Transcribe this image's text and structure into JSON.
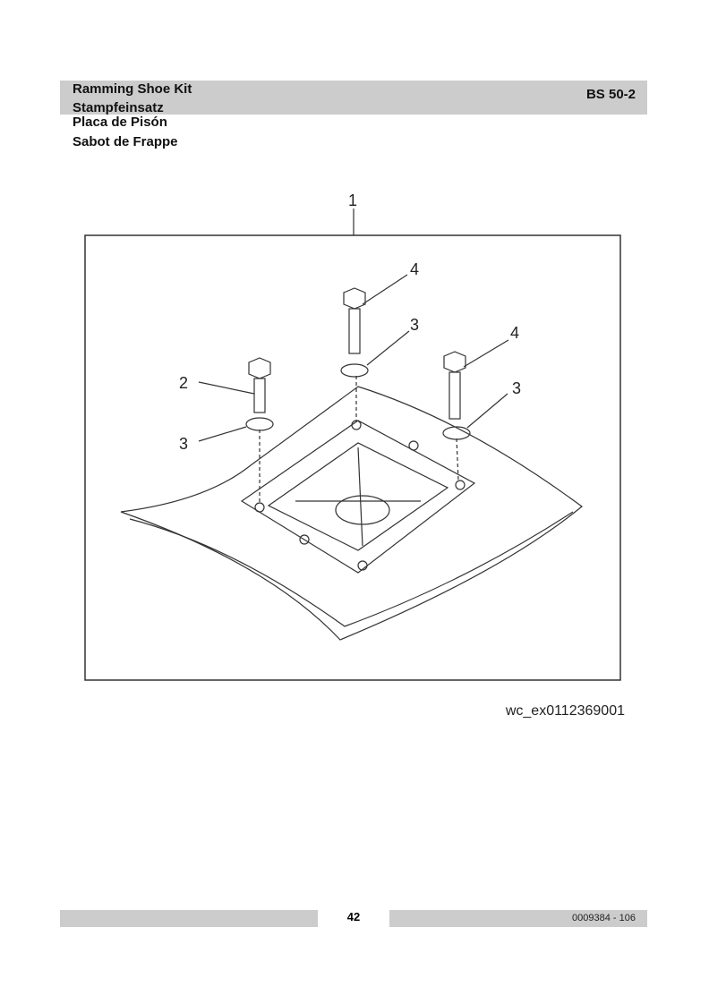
{
  "header": {
    "titles": [
      "Ramming Shoe Kit",
      "Stampfeinsatz",
      "Placa de Pisón",
      "Sabot de Frappe"
    ],
    "model": "BS 50-2"
  },
  "figure": {
    "callouts": [
      "1",
      "2",
      "3",
      "3",
      "3",
      "4",
      "4"
    ],
    "figure_id": "wc_ex0112369001"
  },
  "footer": {
    "page_number": "42",
    "doc_number": "0009384 - 106"
  }
}
